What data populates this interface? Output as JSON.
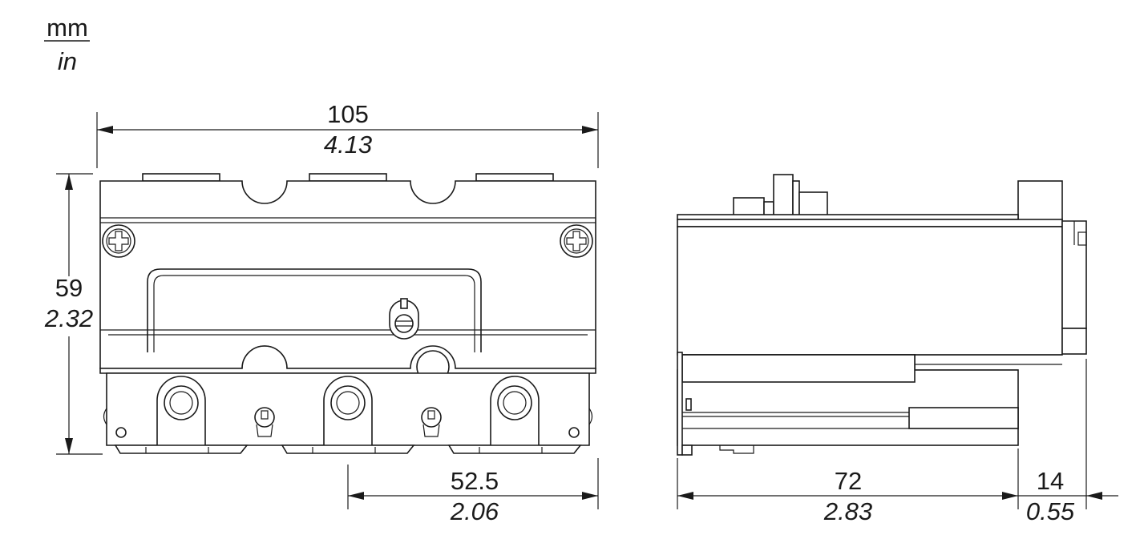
{
  "unit_legend": {
    "primary": "mm",
    "secondary": "in"
  },
  "front_view": {
    "overall_width": {
      "mm": "105",
      "in": "4.13"
    },
    "overall_height": {
      "mm": "59",
      "in": "2.32"
    },
    "pole_spacing": {
      "mm": "52.5",
      "in": "2.06"
    }
  },
  "side_view": {
    "body_depth": {
      "mm": "72",
      "in": "2.83"
    },
    "terminal_depth": {
      "mm": "14",
      "in": "0.55"
    }
  },
  "colors": {
    "line": "#1a1a1a",
    "background": "#ffffff"
  }
}
